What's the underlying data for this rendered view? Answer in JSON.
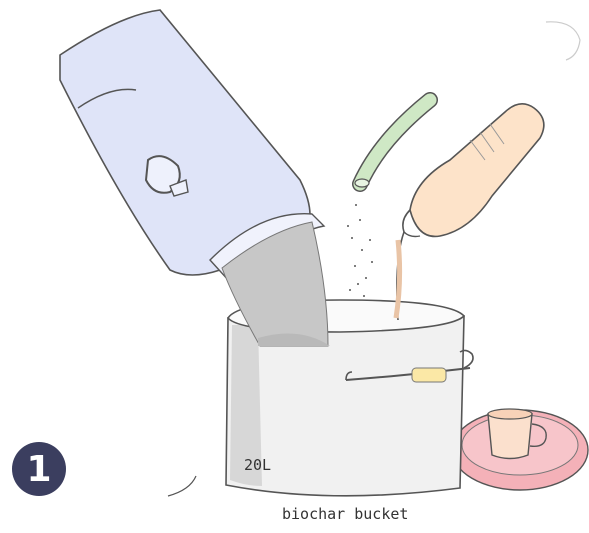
{
  "step_number": "1",
  "bucket_volume": "20L",
  "caption": "biochar bucket",
  "colors": {
    "jug": "#dfe4f8",
    "pot": "#f1f1f1",
    "pot_shade": "#d7d7d7",
    "hose": "#cfe8c5",
    "bottle": "#fde3c9",
    "tray": "#f2a3ab",
    "badge": "#3b3e5f"
  },
  "icons": [
    "jug-icon",
    "hose-icon",
    "bottle-icon",
    "pot-icon",
    "cup-icon",
    "tray-icon"
  ]
}
